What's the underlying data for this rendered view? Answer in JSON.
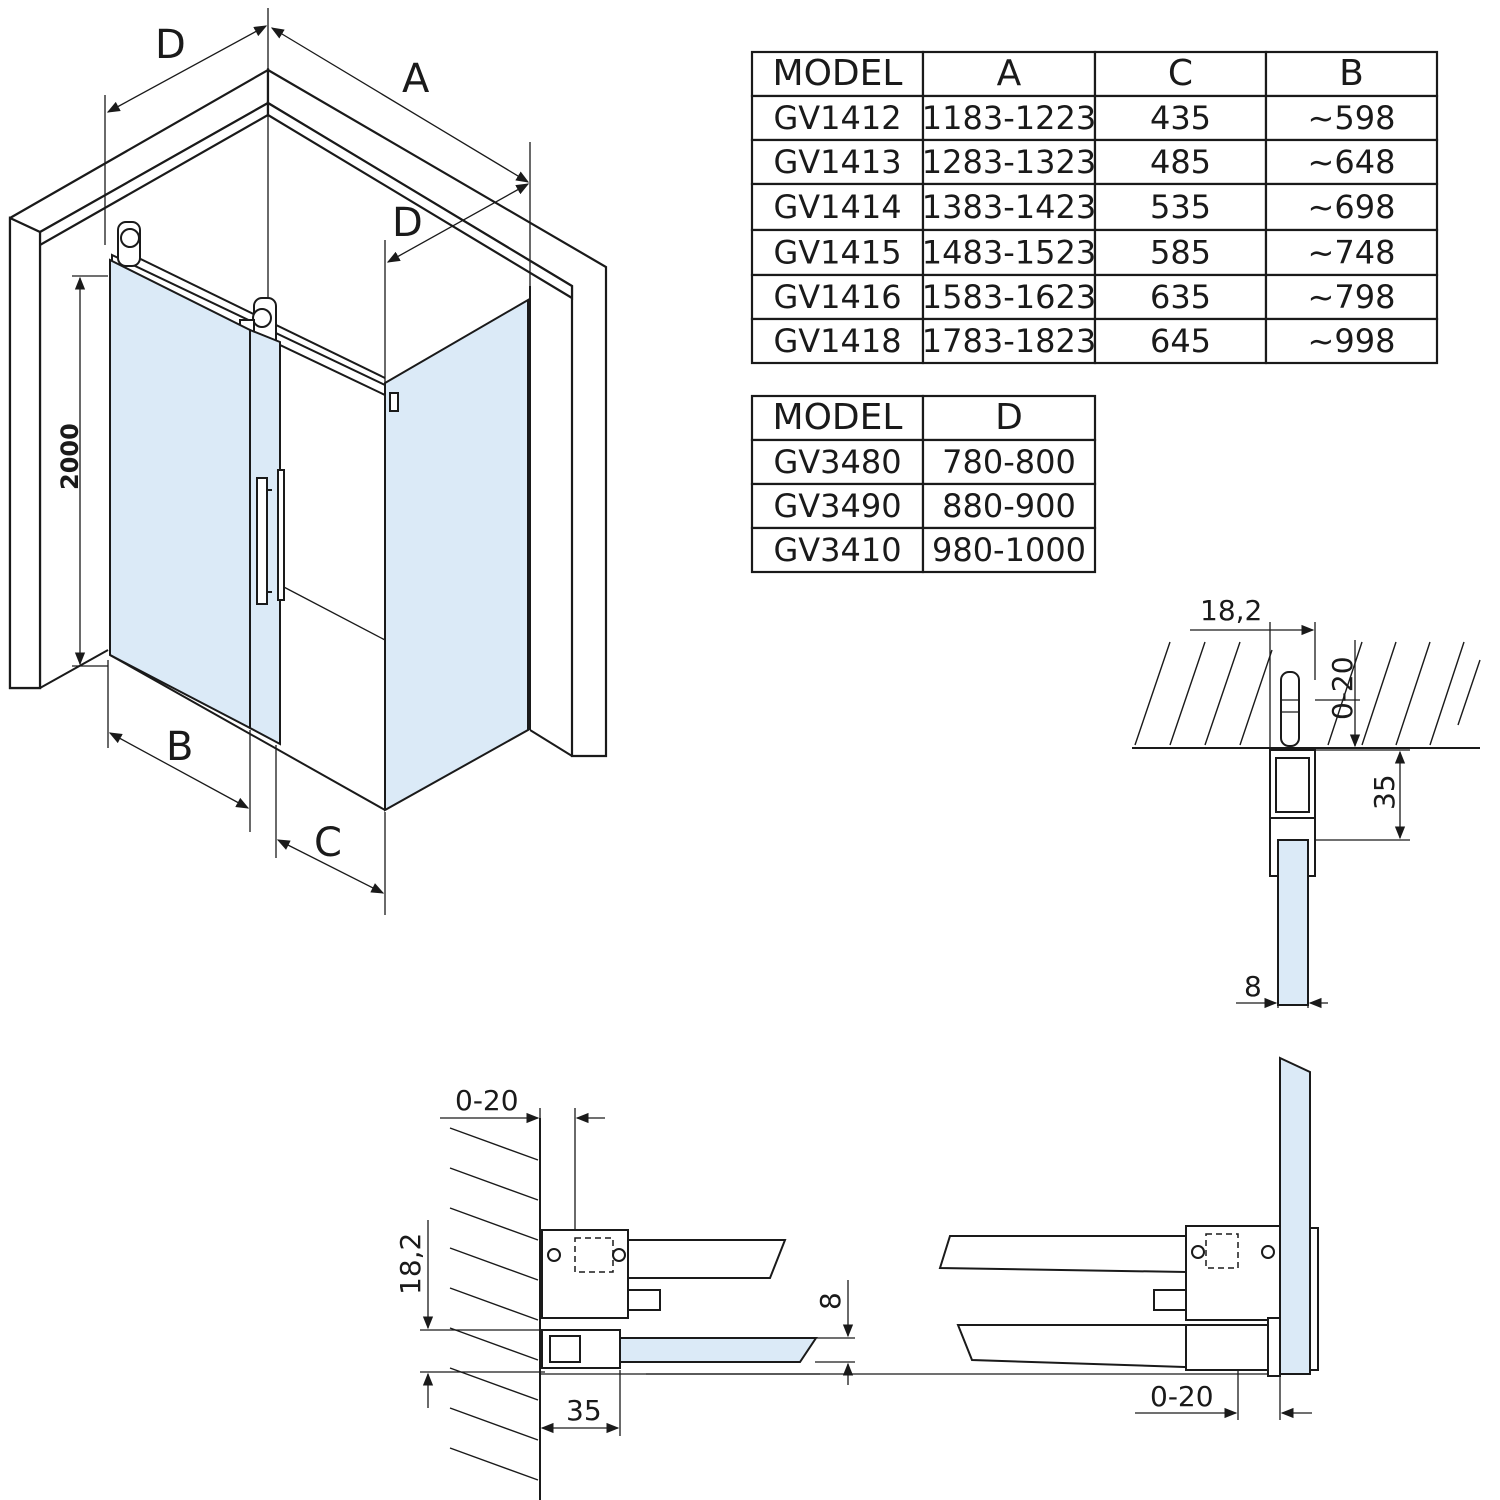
{
  "dimension_labels": {
    "d_top": "D",
    "a": "A",
    "d_right": "D",
    "b": "B",
    "c": "C",
    "height": "2000"
  },
  "table_abc": {
    "headers": [
      "MODEL",
      "A",
      "C",
      "B"
    ],
    "rows": [
      [
        "GV1412",
        "1183-1223",
        "435",
        "~598"
      ],
      [
        "GV1413",
        "1283-1323",
        "485",
        "~648"
      ],
      [
        "GV1414",
        "1383-1423",
        "535",
        "~698"
      ],
      [
        "GV1415",
        "1483-1523",
        "585",
        "~748"
      ],
      [
        "GV1416",
        "1583-1623",
        "635",
        "~798"
      ],
      [
        "GV1418",
        "1783-1823",
        "645",
        "~998"
      ]
    ]
  },
  "table_d": {
    "headers": [
      "MODEL",
      "D"
    ],
    "rows": [
      [
        "GV3480",
        "780-800"
      ],
      [
        "GV3490",
        "880-900"
      ],
      [
        "GV3410",
        "980-1000"
      ]
    ]
  },
  "detail_top": {
    "width": "18,2",
    "adjust": "0-20",
    "depth": "35",
    "glass": "8"
  },
  "detail_bottom_left": {
    "adjust": "0-20",
    "width": "18,2",
    "depth": "35",
    "glass": "8"
  },
  "detail_bottom_right": {
    "adjust": "0-20"
  }
}
